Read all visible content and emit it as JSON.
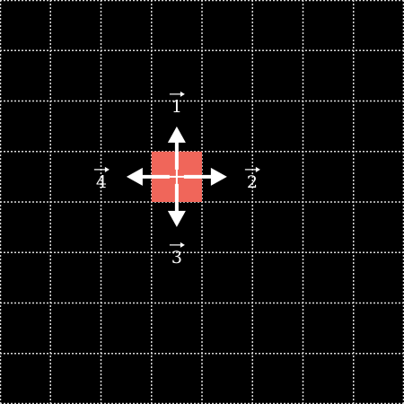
{
  "game": {
    "grid": {
      "cols": 8,
      "rows": 8,
      "line_color": "#d9d9d9",
      "background": "#000000"
    },
    "player": {
      "col": 3,
      "row": 3,
      "color": "#f0665a",
      "crosshair_color": "#ffffff"
    },
    "arrow_color": "#ffffff",
    "actions": [
      {
        "direction": "up",
        "label": "1"
      },
      {
        "direction": "right",
        "label": "2"
      },
      {
        "direction": "down",
        "label": "3"
      },
      {
        "direction": "left",
        "label": "4"
      }
    ]
  }
}
